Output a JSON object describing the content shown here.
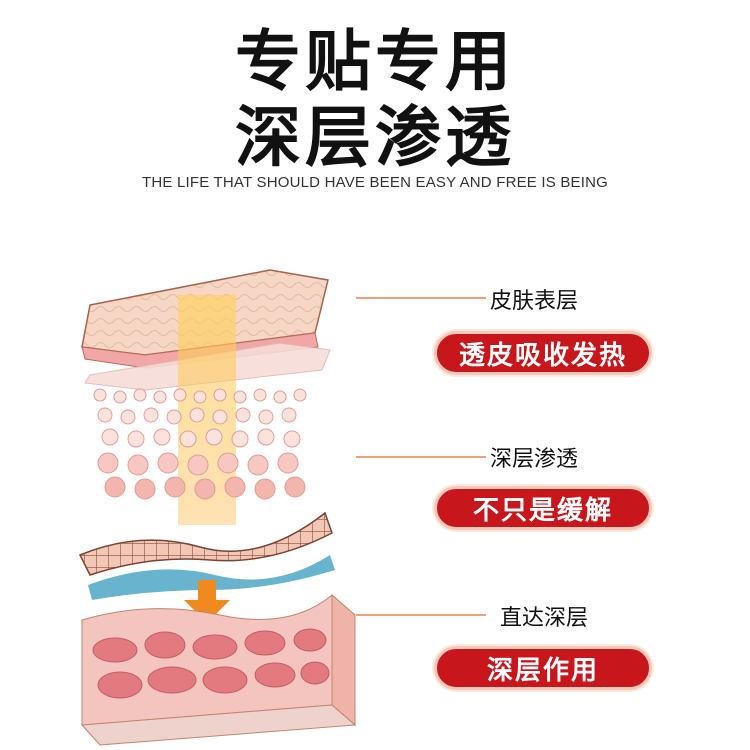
{
  "headline": {
    "line1": "专贴专用",
    "line2": "深层渗透"
  },
  "tagline": "THE LIFE THAT SHOULD HAVE BEEN EASY AND FREE IS BEING",
  "colors": {
    "accent_red": "#c8161d",
    "leader_orange": "#f0a07a",
    "skin_pink": "#f3b7b0",
    "muscle_red": "#e27a80",
    "heat_yellow": "#ffd45a",
    "arrow_orange": "#f08a1c"
  },
  "layers": [
    {
      "label": "皮肤表层",
      "badge": "透皮吸收发热"
    },
    {
      "label": "深层渗透",
      "badge": "不只是缓解"
    },
    {
      "label": "直达深层",
      "badge": "深层作用"
    }
  ],
  "icons": [
    "skin-layers-illustration",
    "heat-beam",
    "down-arrow-icon"
  ]
}
